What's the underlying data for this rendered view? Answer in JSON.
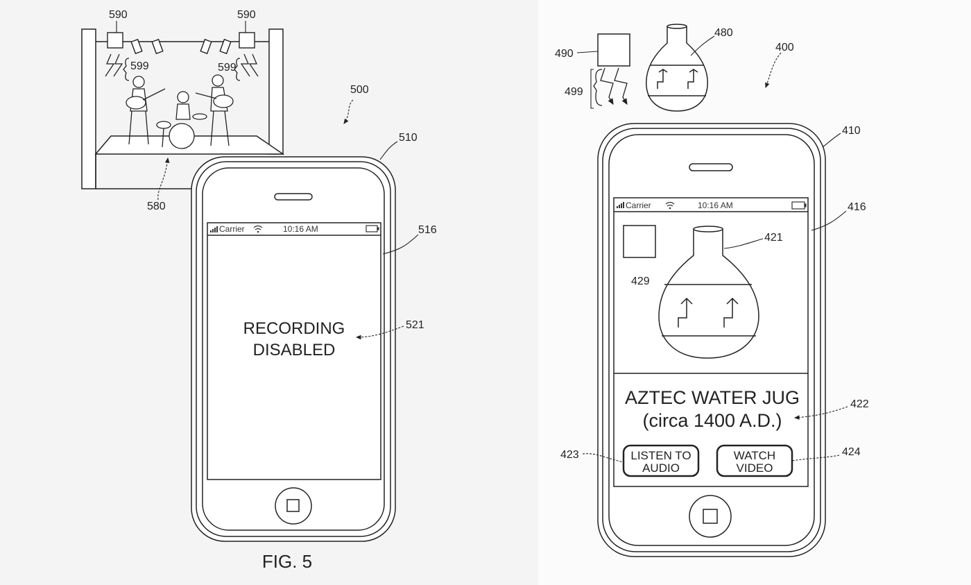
{
  "figure5": {
    "caption": "FIG. 5",
    "refs": {
      "r500": "500",
      "r510": "510",
      "r516": "516",
      "r521": "521",
      "r580": "580",
      "r590a": "590",
      "r590b": "590",
      "r599a": "599",
      "r599b": "599"
    },
    "status_bar": {
      "carrier": "Carrier",
      "time": "10:16 AM"
    },
    "screen_message": {
      "line1": "RECORDING",
      "line2": "DISABLED"
    }
  },
  "figure4": {
    "refs": {
      "r400": "400",
      "r410": "410",
      "r416": "416",
      "r421": "421",
      "r422": "422",
      "r423": "423",
      "r424": "424",
      "r429": "429",
      "r480": "480",
      "r490": "490",
      "r499": "499"
    },
    "status_bar": {
      "carrier": "Carrier",
      "time": "10:16 AM"
    },
    "artifact": {
      "title": "AZTEC WATER JUG",
      "subtitle": "(circa 1400 A.D.)"
    },
    "buttons": {
      "listen": {
        "line1": "LISTEN TO",
        "line2": "AUDIO"
      },
      "watch": {
        "line1": "WATCH",
        "line2": "VIDEO"
      }
    }
  },
  "icons": [
    "signal-bars-icon",
    "wifi-icon",
    "battery-icon",
    "home-button-icon",
    "speaker-slot-icon"
  ]
}
